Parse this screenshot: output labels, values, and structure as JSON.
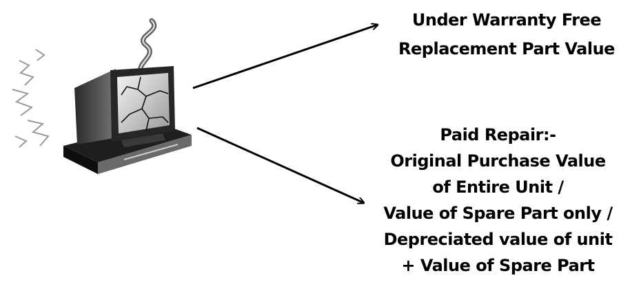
{
  "icons": {
    "computer": "broken-computer-icon"
  },
  "top_label": {
    "lines": [
      "Under Warranty Free",
      "Replacement Part Value"
    ]
  },
  "bottom_label": {
    "lines": [
      "Paid Repair:-",
      "Original Purchase Value",
      "of Entire Unit /",
      "Value of Spare Part only /",
      "Depreciated value of unit",
      "+ Value of Spare Part"
    ]
  },
  "colors": {
    "ink": "#000000",
    "background": "#ffffff"
  }
}
